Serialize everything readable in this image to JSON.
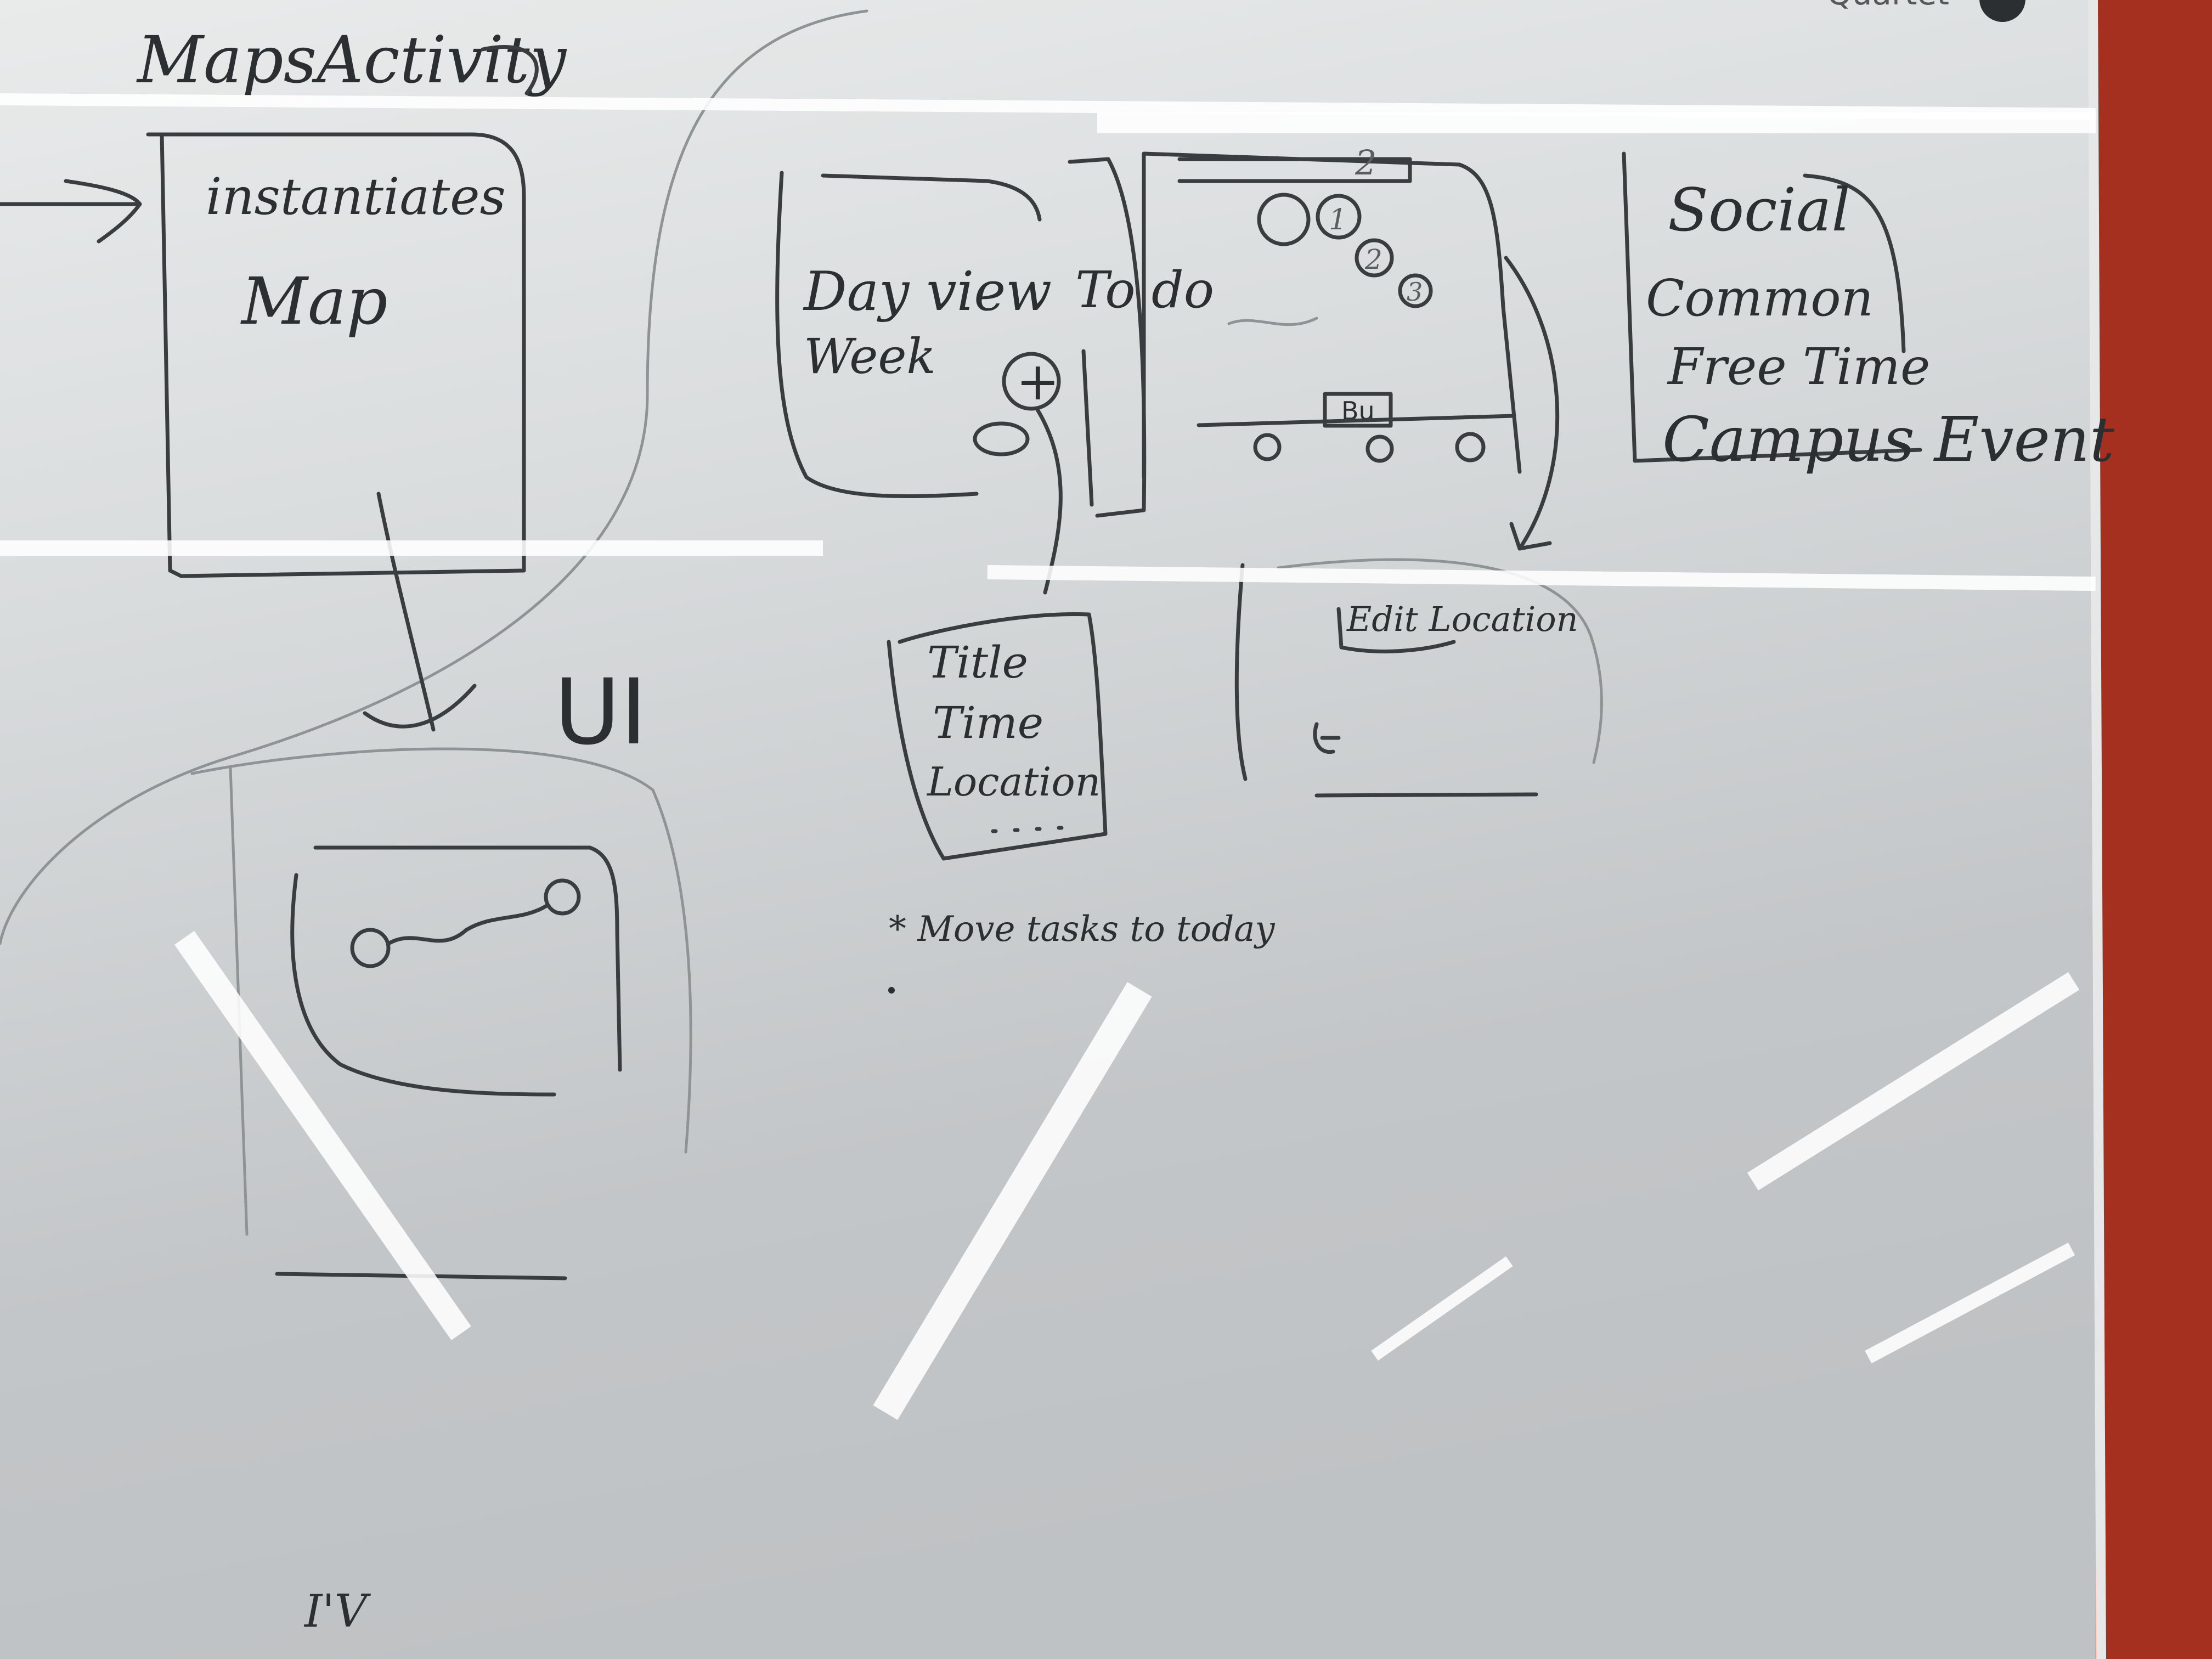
{
  "whiteboard": {
    "corner_label": "Quartet",
    "flow": {
      "title": "MapsActivity",
      "start_box": {
        "lines": [
          "instantiates",
          "Map"
        ]
      },
      "ui_label": "UI"
    },
    "day_screen": {
      "lines": [
        "Day view",
        "Week"
      ],
      "plus": "+"
    },
    "todo": {
      "label": "To do"
    },
    "calendar_screen": {
      "marks": [
        "2",
        "1",
        "2",
        "3"
      ],
      "button": "Bu"
    },
    "social": {
      "lines": [
        "Social",
        "Common",
        "Free Time",
        "Campus Event"
      ]
    },
    "event_form": {
      "lines": [
        "Title",
        "Time",
        "Location"
      ]
    },
    "edit_screen": {
      "label": "Edit Location"
    },
    "notes": [
      "* Move tasks to today"
    ],
    "bottom_mark": "I'V"
  },
  "colors": {
    "board": "#d7dadb",
    "ink": "#2c2f31",
    "frame": "#a5301f"
  }
}
